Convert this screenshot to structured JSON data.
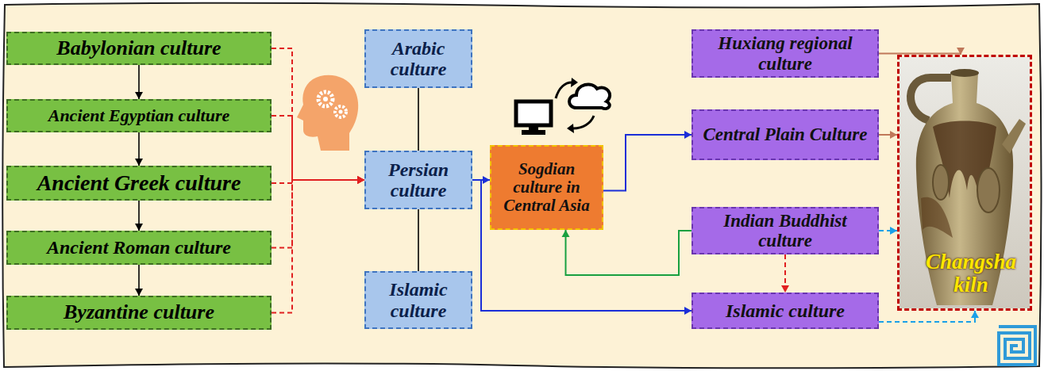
{
  "diagram": {
    "nodes": [
      {
        "text": [
          "Babylonian culture"
        ]
      },
      {
        "text": [
          "Ancient Egyptian culture"
        ]
      },
      {
        "text": [
          "Ancient Greek culture"
        ]
      },
      {
        "text": [
          "Ancient Roman culture"
        ]
      },
      {
        "text": [
          "Byzantine culture"
        ]
      },
      {
        "text": [
          "Arabic culture"
        ]
      },
      {
        "text": [
          "Persian culture"
        ]
      },
      {
        "text": [
          "Islamic culture"
        ]
      },
      {
        "text": [
          "Sogdian culture in Central Asia"
        ]
      },
      {
        "text": [
          "Huxiang regional culture"
        ]
      },
      {
        "text": [
          "Central Plain Culture"
        ]
      },
      {
        "text": [
          "Indian Buddhist culture"
        ]
      },
      {
        "text": [
          "Islamic culture"
        ]
      },
      {
        "text": [
          "Changsha kiln"
        ]
      }
    ],
    "edges": [
      {
        "from": 0,
        "to": 1,
        "arrow": "to"
      },
      {
        "from": 1,
        "to": 2,
        "arrow": "to"
      },
      {
        "from": 2,
        "to": 3,
        "arrow": "to"
      },
      {
        "from": 3,
        "to": 4,
        "arrow": "to"
      },
      {
        "from": 0,
        "to": 6,
        "arrow": "to"
      },
      {
        "from": 1,
        "to": 6,
        "arrow": "to"
      },
      {
        "from": 2,
        "to": 6,
        "arrow": "to"
      },
      {
        "from": 3,
        "to": 6,
        "arrow": "to"
      },
      {
        "from": 4,
        "to": 6,
        "arrow": "to"
      },
      {
        "from": 5,
        "to": 6,
        "arrow": "none"
      },
      {
        "from": 6,
        "to": 7,
        "arrow": "none"
      },
      {
        "from": 6,
        "to": 8,
        "arrow": "to"
      },
      {
        "from": 6,
        "to": 12,
        "arrow": "to"
      },
      {
        "from": 8,
        "to": 10,
        "arrow": "to"
      },
      {
        "from": 11,
        "to": 8,
        "arrow": "to"
      },
      {
        "from": 11,
        "to": 12,
        "arrow": "to"
      },
      {
        "from": 9,
        "to": 13,
        "arrow": "to"
      },
      {
        "from": 10,
        "to": 13,
        "arrow": "to"
      },
      {
        "from": 11,
        "to": 13,
        "arrow": "to"
      },
      {
        "from": 12,
        "to": 13,
        "arrow": "to"
      }
    ]
  }
}
